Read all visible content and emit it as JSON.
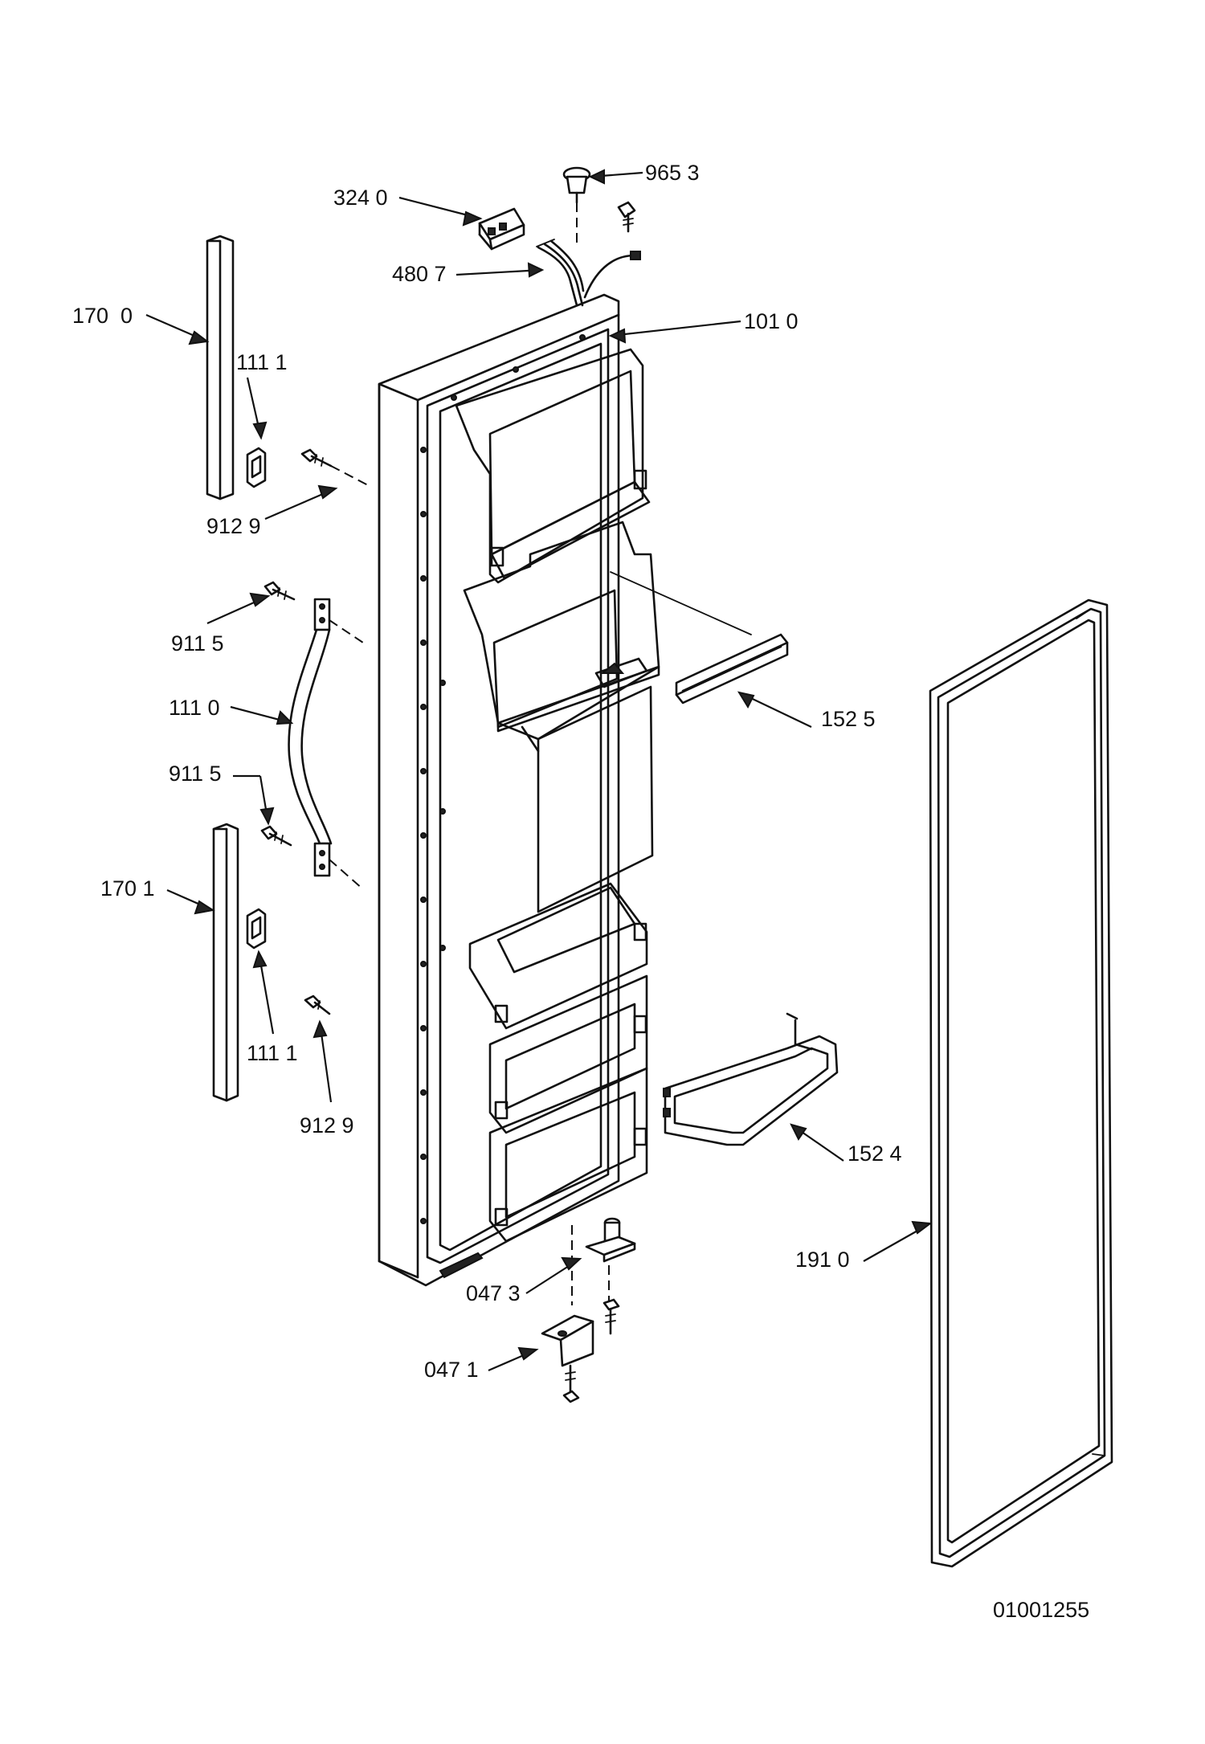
{
  "diagram": {
    "callouts": {
      "p9653": "965 3",
      "p3240": "324 0",
      "p4807": "480 7",
      "p1010": "101 0",
      "p1700": "170  0",
      "p1111a": "111 1",
      "p9129a": "912 9",
      "p9115a": "911 5",
      "p1110": "111 0",
      "p9115b": "911 5",
      "p1701": "170 1",
      "p1111b": "111 1",
      "p9129b": "912 9",
      "p1525": "152 5",
      "p1524": "152 4",
      "p1910": "191 0",
      "p0473": "047 3",
      "p0471": "047 1"
    },
    "drawing_number": "01001255"
  },
  "colors": {
    "line": "#111111",
    "background": "#ffffff"
  },
  "icons": {
    "door": "refrigerator-door-liner",
    "gasket": "door-gasket",
    "handle": "door-handle",
    "trim": "trim-strip",
    "screw": "screw-icon",
    "bin": "door-bin",
    "rail": "shelf-rail",
    "hinge": "hinge",
    "harness": "wire-harness",
    "switch": "light-switch",
    "connector": "connector-block"
  }
}
